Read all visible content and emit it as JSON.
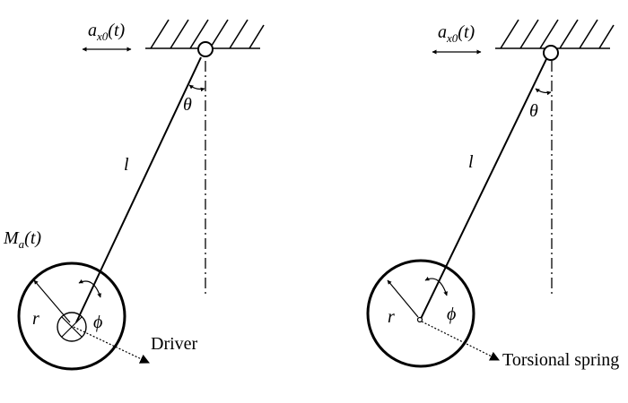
{
  "panels": [
    {
      "id": "left",
      "accel_label": {
        "main": "a",
        "sub": "x0",
        "arg": "(t)"
      },
      "angle_label": "θ",
      "length_label": "l",
      "moment_label": {
        "main": "M",
        "sub": "a",
        "arg": "(t)"
      },
      "radius_label": "r",
      "rotation_label": "ϕ",
      "callout_label": "Driver"
    },
    {
      "id": "right",
      "accel_label": {
        "main": "a",
        "sub": "x0",
        "arg": "(t)"
      },
      "angle_label": "θ",
      "length_label": "l",
      "radius_label": "r",
      "rotation_label": "ϕ",
      "callout_label": "Torsional spring"
    }
  ]
}
